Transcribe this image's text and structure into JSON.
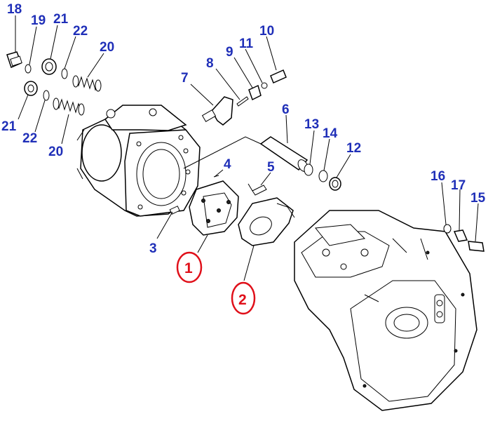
{
  "labels": {
    "p18": "18",
    "p19": "19",
    "p21a": "21",
    "p22a": "22",
    "p20a": "20",
    "p21b": "21",
    "p22b": "22",
    "p20b": "20",
    "p7": "7",
    "p8": "8",
    "p9": "9",
    "p11": "11",
    "p10": "10",
    "p6": "6",
    "p13": "13",
    "p14": "14",
    "p12": "12",
    "p4": "4",
    "p5": "5",
    "p3": "3",
    "p1": "1",
    "p2": "2",
    "p16": "16",
    "p17": "17",
    "p15": "15"
  },
  "colors": {
    "label": "#1f2fb8",
    "highlight": "#e0101a",
    "line": "#000000"
  }
}
